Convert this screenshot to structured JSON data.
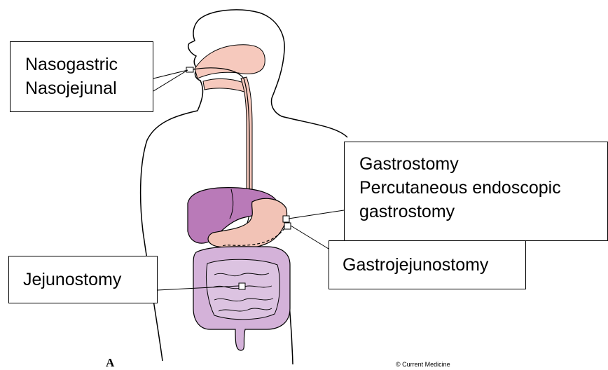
{
  "labels": {
    "nasogastric": "Nasogastric",
    "nasojejunal": "Nasojejunal",
    "gastrostomy": "Gastrostomy",
    "peg_line1": "Percutaneous endoscopic",
    "peg_line2": "gastrostomy",
    "gastrojejunostomy": "Gastrojejunostomy",
    "jejunostomy": "Jejunostomy"
  },
  "figure_letter": "A",
  "credit": "© Current Medicine",
  "colors": {
    "outline": "#000000",
    "airway_esophagus": "#f6c9bd",
    "liver": "#b97ab8",
    "stomach": "#f2c3b6",
    "intestine": "#dcc3e1",
    "colon": "#d4b2d9"
  }
}
